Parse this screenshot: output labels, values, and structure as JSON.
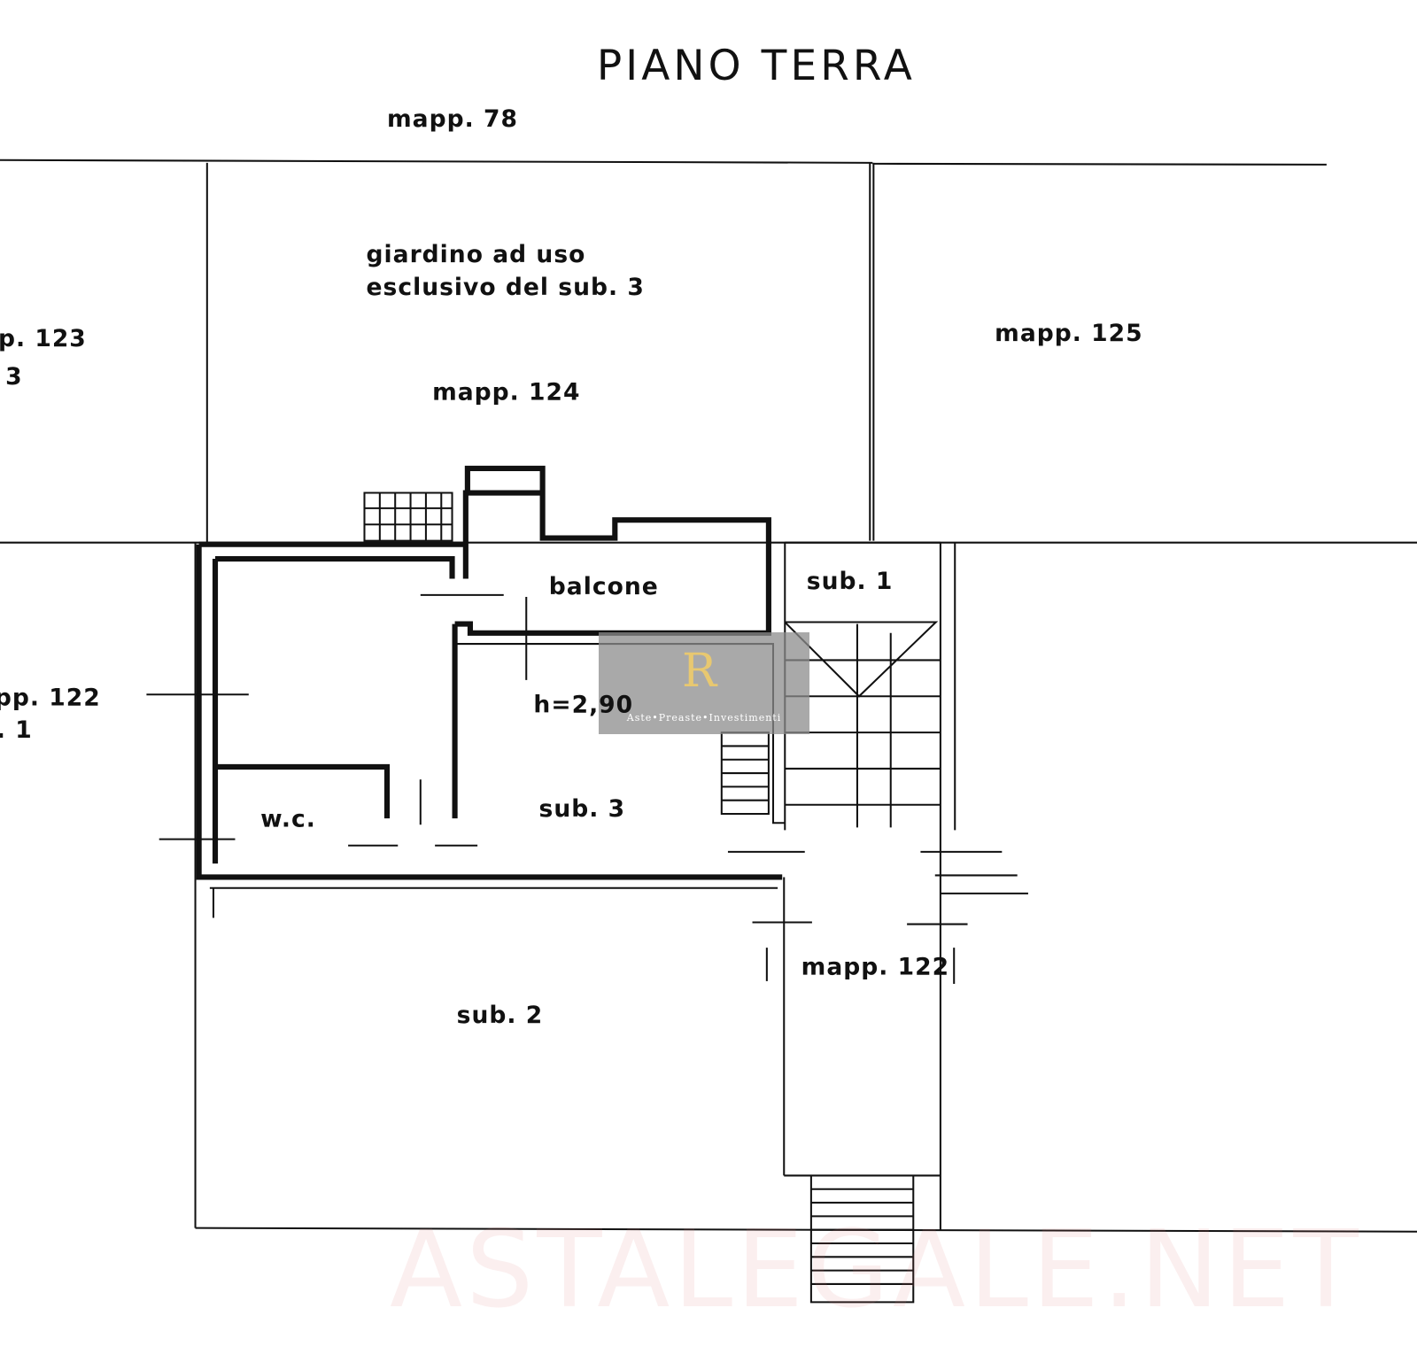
{
  "title": "PIANO TERRA",
  "labels": {
    "mapp78": "mapp. 78",
    "giardino_line1": "giardino ad uso",
    "giardino_line2": "esclusivo del sub. 3",
    "mapp124": "mapp. 124",
    "mapp125": "mapp. 125",
    "mapp123_line1": "p. 123",
    "mapp123_line2": "3",
    "mapp122_left_line1": "pp. 122",
    "mapp122_left_line2": ". 1",
    "balcone": "balcone",
    "sub1": "sub. 1",
    "height": "h=2,90",
    "wc": "w.c.",
    "sub3": "sub. 3",
    "mapp122": "mapp. 122",
    "sub2": "sub. 2"
  },
  "watermarks": {
    "center_logo": "R",
    "center_text": "Aste•Preaste•Investimenti",
    "bottom_text": "ASTALEGALE.NET"
  }
}
